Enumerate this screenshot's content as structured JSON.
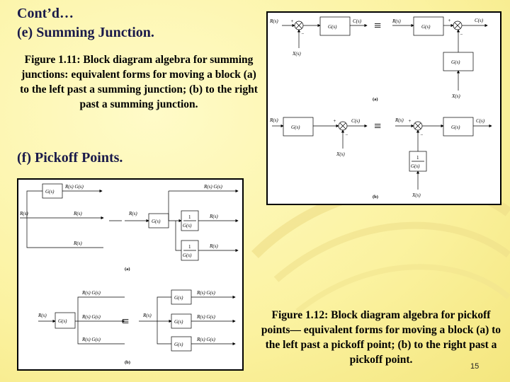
{
  "slide": {
    "title_line1": "Cont’d…",
    "title_line2": "(e) Summing Junction.",
    "caption_summing": "Figure 1.11: Block diagram algebra for summing junctions: equivalent forms for moving a block (a) to the left past a summing junction; (b) to the right past a summing junction.",
    "subtitle_pickoff": "(f) Pickoff Points.",
    "caption_pickoff": "Figure 1.12: Block diagram algebra for pickoff points— equivalent forms for moving a block (a) to  the left past a pickoff point; (b) to the right past a pickoff point.",
    "page_number": "15"
  },
  "summing_figure": {
    "R": "R(s)",
    "C": "C(s)",
    "X": "X(s)",
    "G": "G(s)",
    "inv_num": "1",
    "inv_den": "G(s)",
    "plus": "+",
    "minus": "−",
    "label_a": "(a)",
    "label_b": "(b)",
    "equiv": "≡"
  },
  "pickoff_figure": {
    "R": "R(s)",
    "RG": "R(s) G(s)",
    "G": "G(s)",
    "inv_num": "1",
    "inv_den": "G(s)",
    "label_a": "(a)",
    "label_b": "(b)",
    "equiv": "≡"
  }
}
